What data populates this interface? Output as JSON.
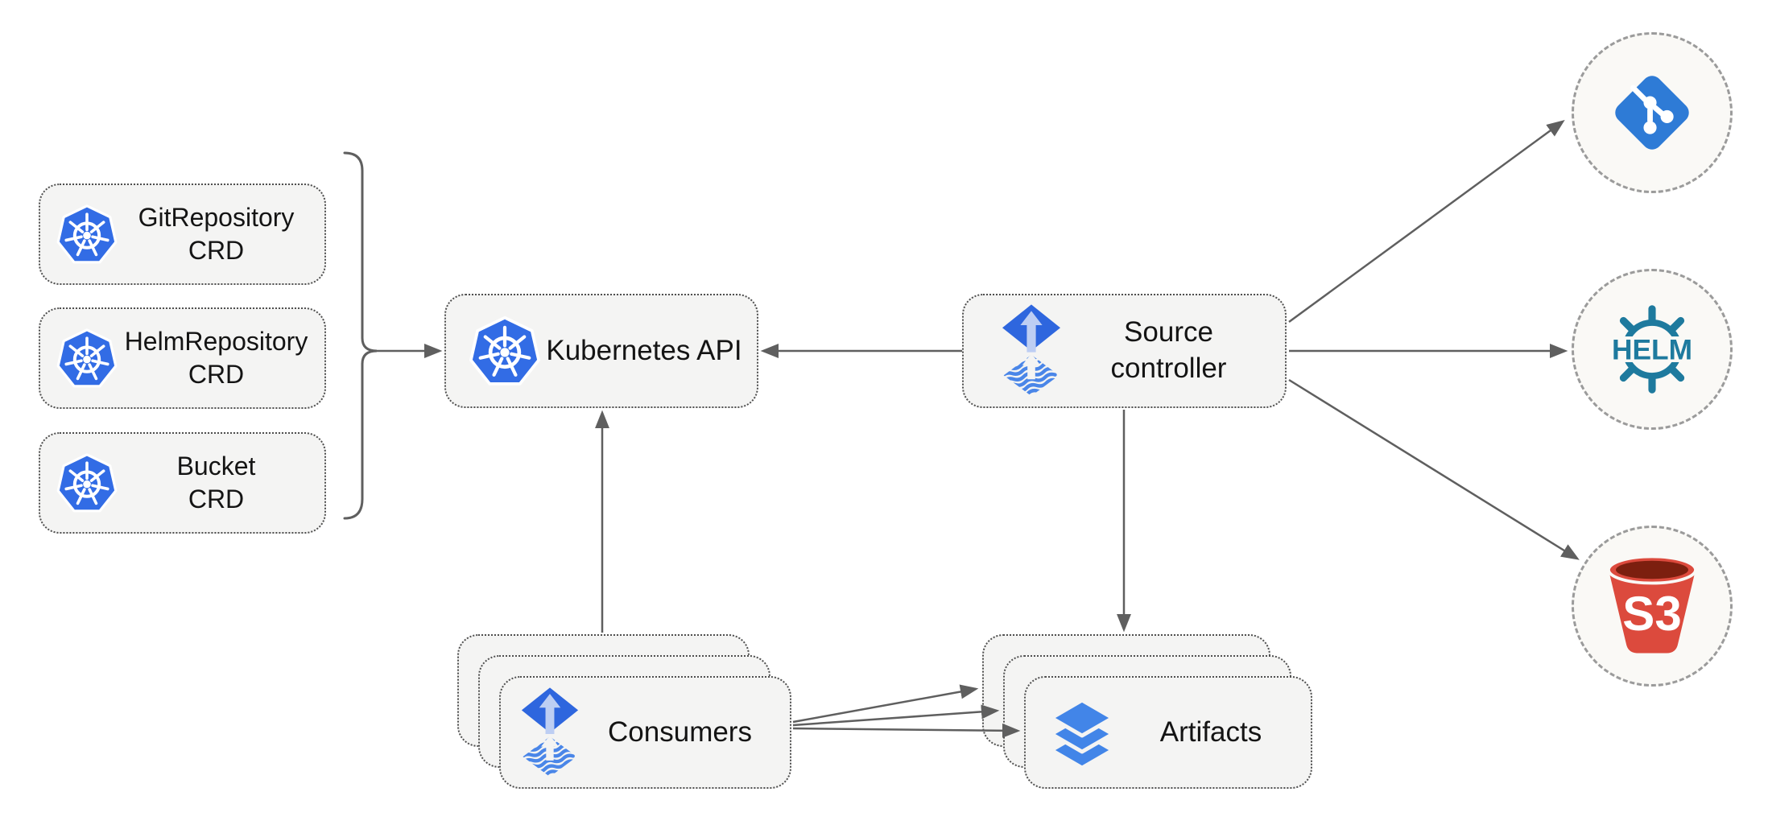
{
  "diagram_type": "architecture-diagram",
  "colors": {
    "kubernetes_blue": "#326CE5",
    "flux_diamond_blue": "#2E66DE",
    "flux_arrow_light": "#BDCEF3",
    "flux_waves_blue": "#4A86E8",
    "git_blue": "#2E7BD6",
    "helm_teal": "#1E7A9E",
    "s3_red": "#DC4A3D",
    "s3_dark_red": "#7C1F0F",
    "layers_blue": "#4285E8",
    "box_fill": "#F4F4F3",
    "circle_fill": "#FAF9F6",
    "connector_gray": "#5f5f5f",
    "text_color": "#141414"
  },
  "icons": {
    "kubernetes": "kubernetes-icon",
    "flux": "flux-icon",
    "git": "git-icon",
    "helm": "helm-icon",
    "s3": "s3-bucket-icon",
    "layers": "layers-icon"
  },
  "nodes": {
    "crds": [
      {
        "line1": "GitRepository",
        "line2": "CRD"
      },
      {
        "line1": "HelmRepository",
        "line2": "CRD"
      },
      {
        "line1": "Bucket",
        "line2": "CRD"
      }
    ],
    "kubernetes_api": {
      "label": "Kubernetes API"
    },
    "source_controller": {
      "line1": "Source",
      "line2": "controller"
    },
    "consumers": {
      "label": "Consumers"
    },
    "artifacts": {
      "label": "Artifacts"
    },
    "externals": {
      "git": {
        "name": "git"
      },
      "helm": {
        "text": "HELM"
      },
      "s3": {
        "text": "S3"
      }
    }
  },
  "edges": [
    "crds-bracket-to-kubernetes-api",
    "source-controller-to-kubernetes-api",
    "consumers-to-kubernetes-api",
    "source-controller-to-artifacts",
    "source-controller-to-git",
    "source-controller-to-helm",
    "source-controller-to-s3",
    "consumers-to-artifacts-back",
    "consumers-to-artifacts-middle",
    "consumers-to-artifacts-front"
  ]
}
